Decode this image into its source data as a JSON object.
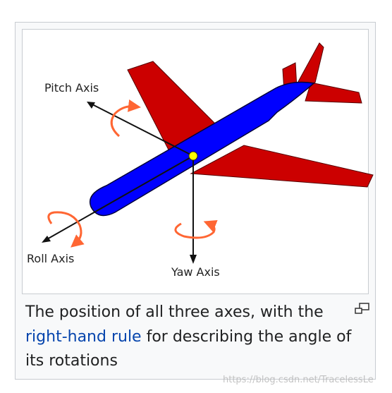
{
  "figure": {
    "labels": {
      "pitch": "Pitch Axis",
      "roll": "Roll Axis",
      "yaw": "Yaw Axis"
    },
    "colors": {
      "fuselage": "#0000ff",
      "wings": "#cc0000",
      "center_point": "#ffff00",
      "rotation_arrows": "#ff6633",
      "axis_lines": "#111111"
    },
    "caption": {
      "text_before_link": "The position of all three axes, with the ",
      "link_text": "right-hand rule",
      "text_after_link": " for describing the angle of its rotations"
    },
    "enlarge_icon": "magnify-clip-icon"
  },
  "watermark": "https://blog.csdn.net/TracelessLe"
}
